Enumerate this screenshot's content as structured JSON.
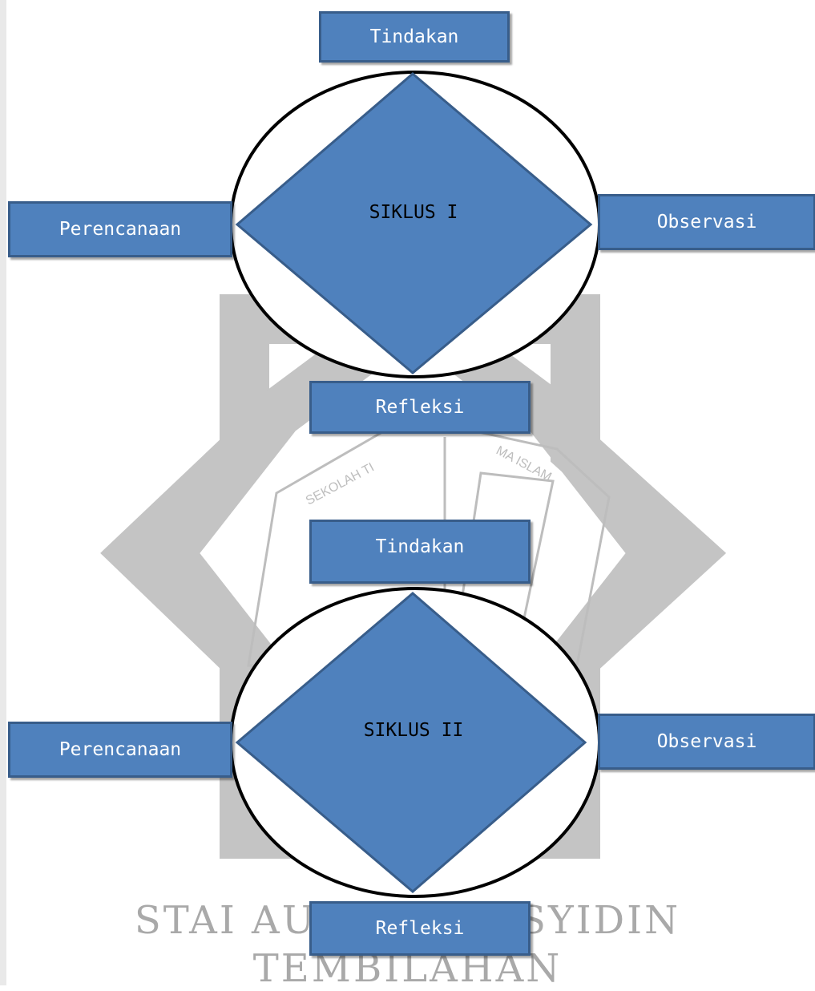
{
  "watermark": {
    "line1": "STAI AUHMADRASYIDIN",
    "line2": "TEMBILAHAN",
    "seal_text": "SEKOLAH TINGGI AGAMA ISLAM"
  },
  "colors": {
    "box_fill": "#4f81bd",
    "box_border": "#385d8a",
    "watermark": "#a9a9a9"
  },
  "cycles": [
    {
      "title": "SIKLUS I",
      "top": "Tindakan",
      "left": "Perencanaan",
      "right": "Observasi",
      "bottom": "Refleksi"
    },
    {
      "title": "SIKLUS II",
      "top": "Tindakan",
      "left": "Perencanaan",
      "right": "Observasi",
      "bottom": "Refleksi"
    }
  ]
}
